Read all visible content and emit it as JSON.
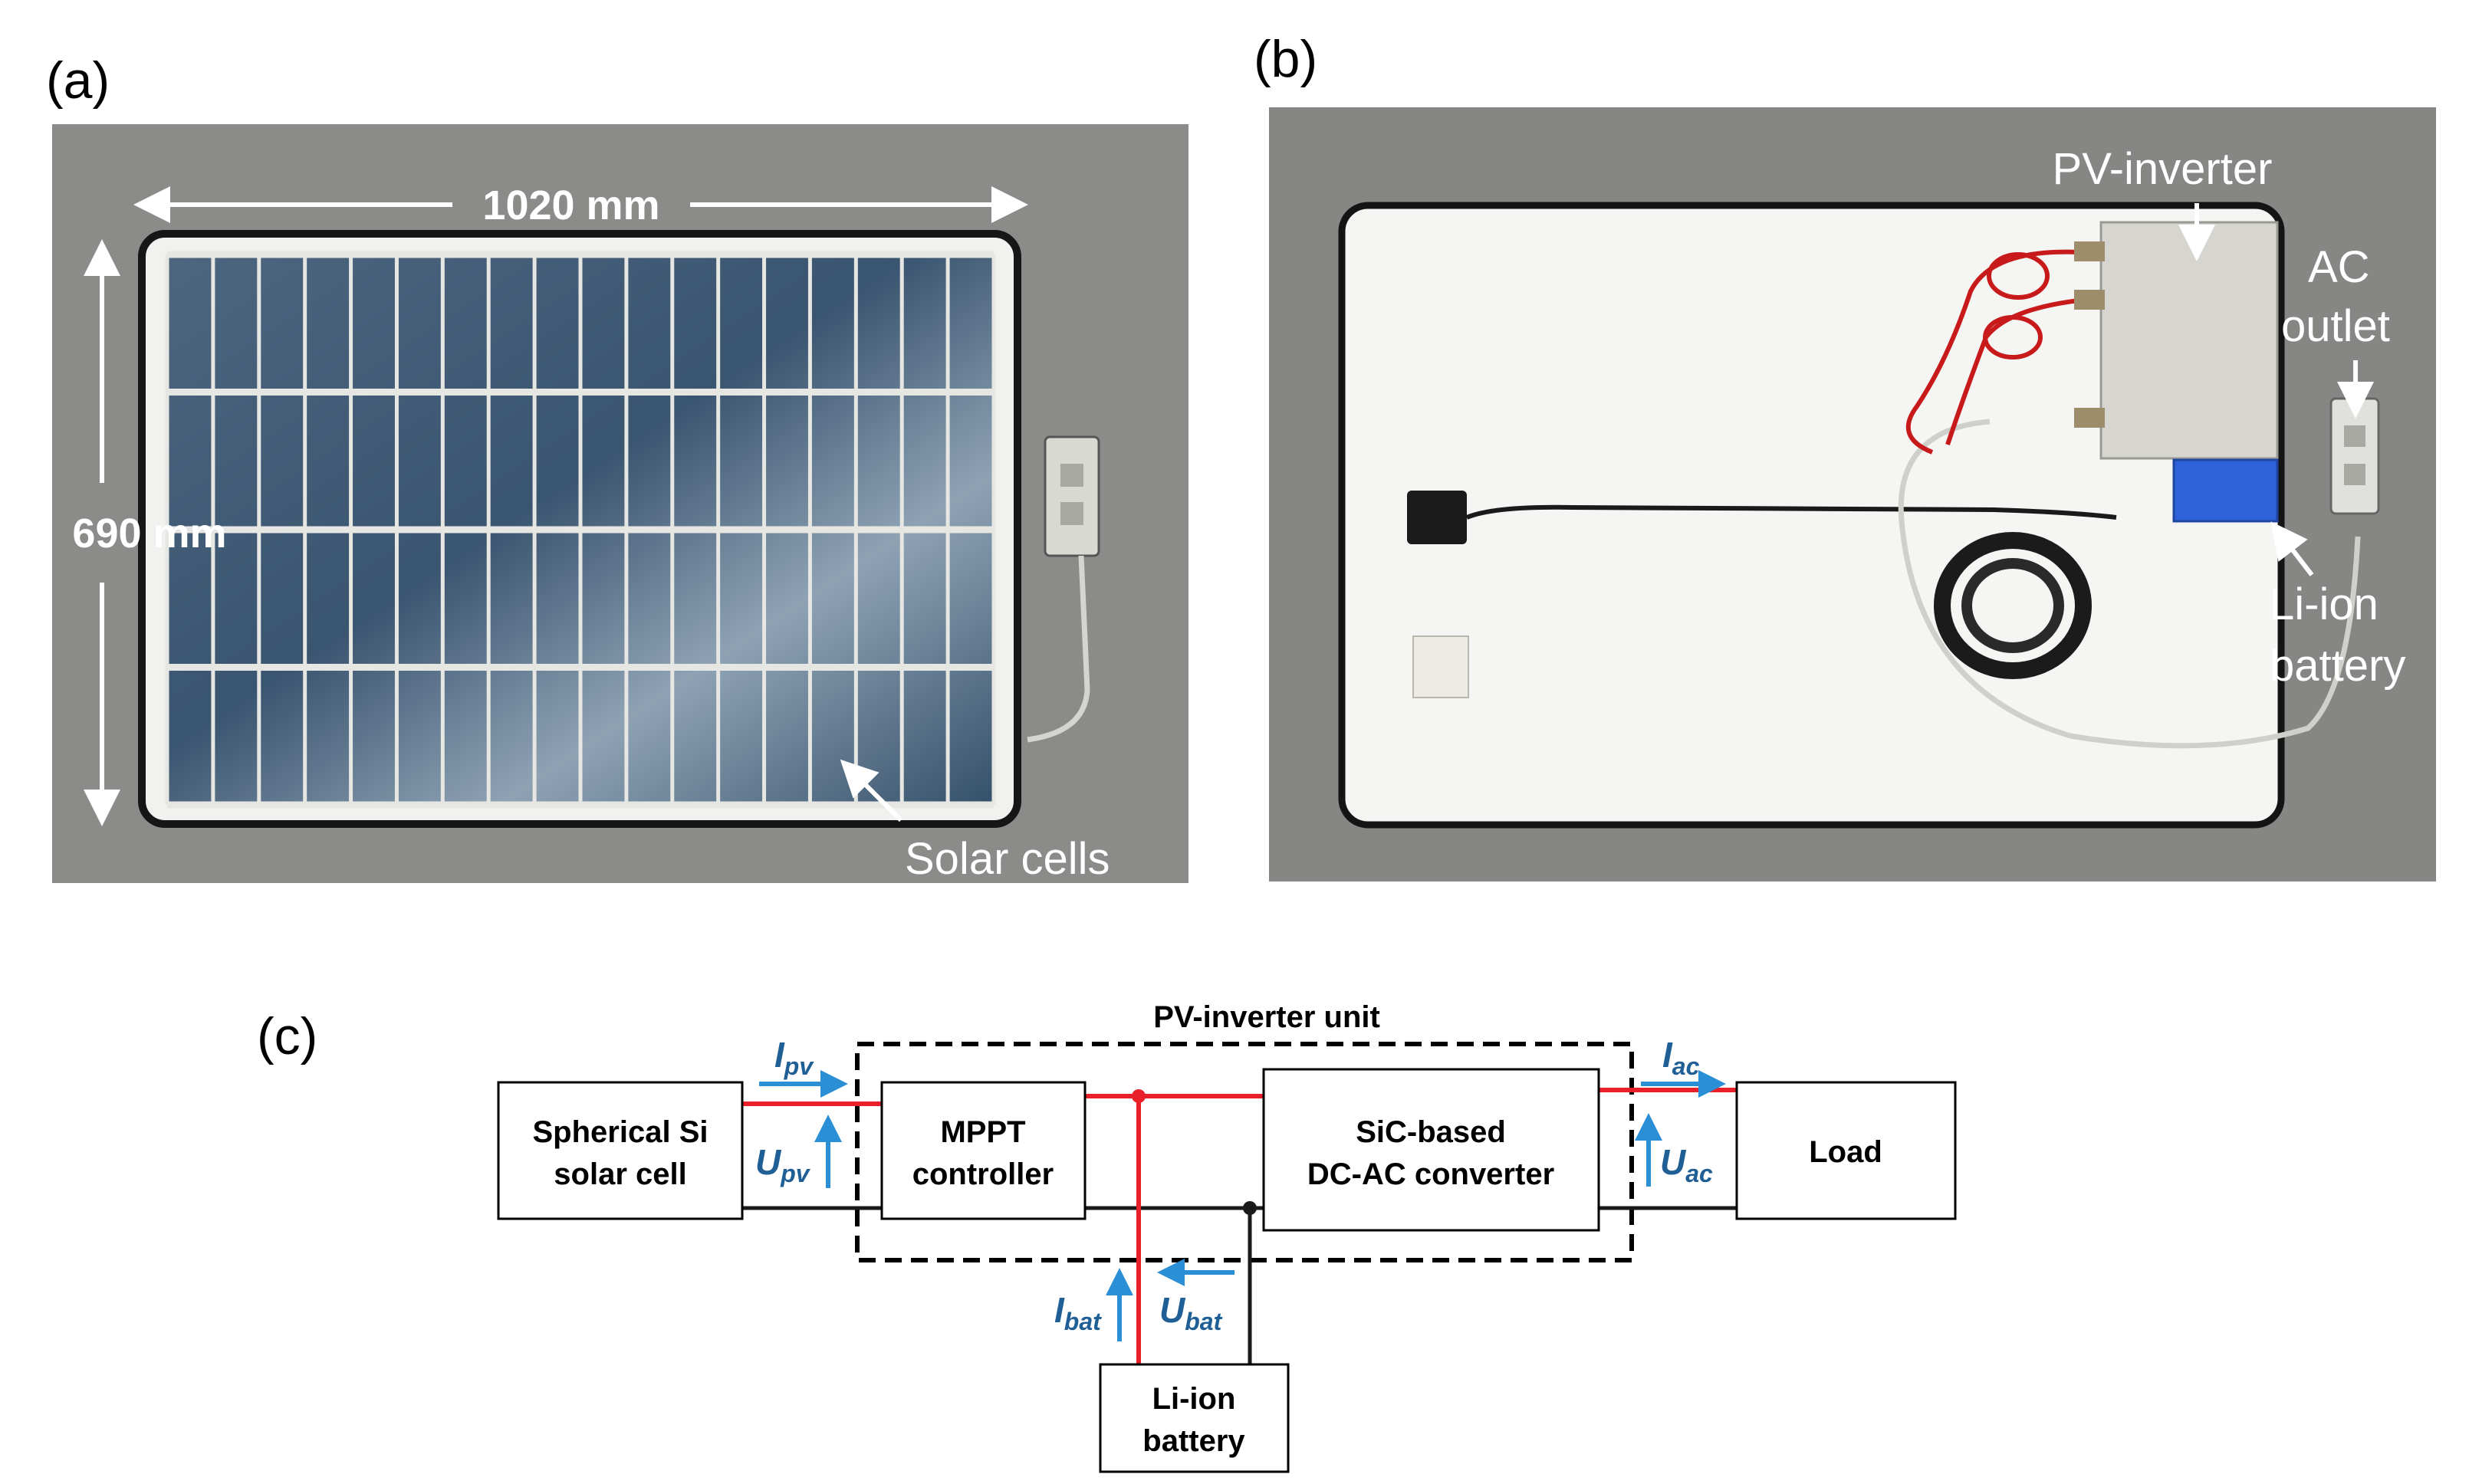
{
  "panels": {
    "a": {
      "letter": "(a)",
      "width_label": "1020 mm",
      "height_label": "690 mm",
      "cells_label": "Solar cells"
    },
    "b": {
      "letter": "(b)",
      "inverter_label": "PV-inverter",
      "ac_outlet_line1": "AC",
      "ac_outlet_line2": "outlet",
      "battery_line1": "Li-ion",
      "battery_line2": "battery"
    },
    "c": {
      "letter": "(c)"
    }
  },
  "diagram": {
    "unit_label": "PV-inverter unit",
    "boxes": {
      "solar": {
        "line1": "Spherical Si",
        "line2": "solar cell"
      },
      "mppt": {
        "line1": "MPPT",
        "line2": "controller"
      },
      "converter": {
        "line1": "SiC-based",
        "line2": "DC-AC converter"
      },
      "load": {
        "line1": "Load"
      },
      "battery": {
        "line1": "Li-ion",
        "line2": "battery"
      }
    },
    "variables": {
      "i_pv": {
        "base": "I",
        "sub": "pv"
      },
      "u_pv": {
        "base": "U",
        "sub": "pv"
      },
      "i_ac": {
        "base": "I",
        "sub": "ac"
      },
      "u_ac": {
        "base": "U",
        "sub": "ac"
      },
      "i_bat": {
        "base": "I",
        "sub": "bat"
      },
      "u_bat": {
        "base": "U",
        "sub": "bat"
      }
    },
    "colors": {
      "positive_wire": "#e8202a",
      "negative_wire": "#1a1a1a",
      "arrow": "#2b8fd6",
      "label": "#1f5f96"
    }
  },
  "photo_colors": {
    "background": "#8a8a88",
    "panel_white": "#f4f4f2",
    "cell_blue": "#3f5a72",
    "battery_blue": "#2d62d8"
  }
}
